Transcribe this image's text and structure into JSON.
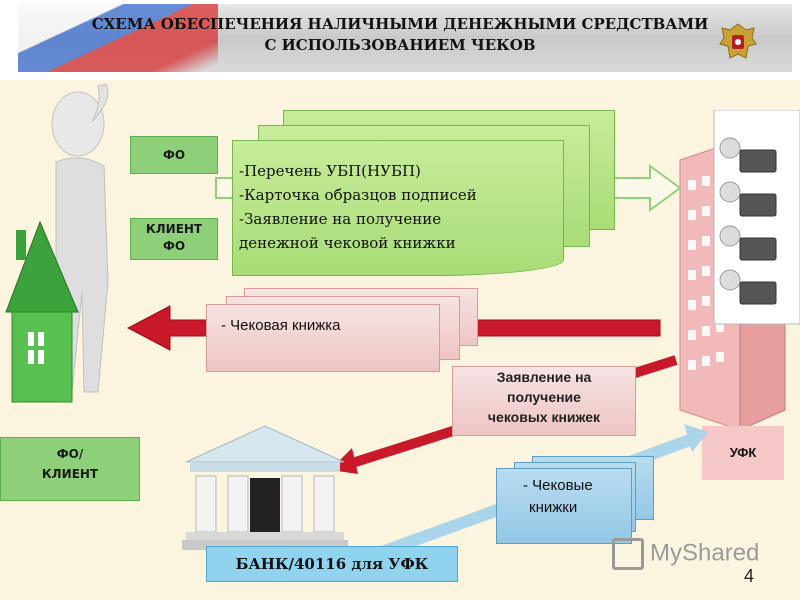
{
  "title": {
    "line1": "СХЕМА ОБЕСПЕЧЕНИЯ НАЛИЧНЫМИ ДЕНЕЖНЫМИ СРЕДСТВАМИ",
    "line2": "С ИСПОЛЬЗОВАНИЕМ  ЧЕКОВ"
  },
  "labels": {
    "fo": "ФО",
    "client_fo_1": "КЛИЕНТ",
    "client_fo_2": "ФО",
    "fo_client_1": "ФО/",
    "fo_client_2": "КЛИЕНТ",
    "ufk": "УФК",
    "bank": "БАНК/40116 для УФК"
  },
  "documents": {
    "list_item_1": "-Перечень  УБП(НУБП)",
    "list_item_2": "-Карточка образцов подписей",
    "list_item_3": "-Заявление на получение",
    "list_item_4": "денежной чековой книжки",
    "checkbook": "- Чековая книжка",
    "application_1": "Заявление на",
    "application_2": "получение",
    "application_3": "чековых книжек",
    "checkbooks_1": "- Чековые",
    "checkbooks_2": "книжки"
  },
  "watermark": "MyShared",
  "page_number": "4",
  "colors": {
    "green_label": "#8ed07a",
    "arrow_red": "#c8182a",
    "ufk_label": "#f5c8c8",
    "bank_label": "#8fd3ef"
  }
}
